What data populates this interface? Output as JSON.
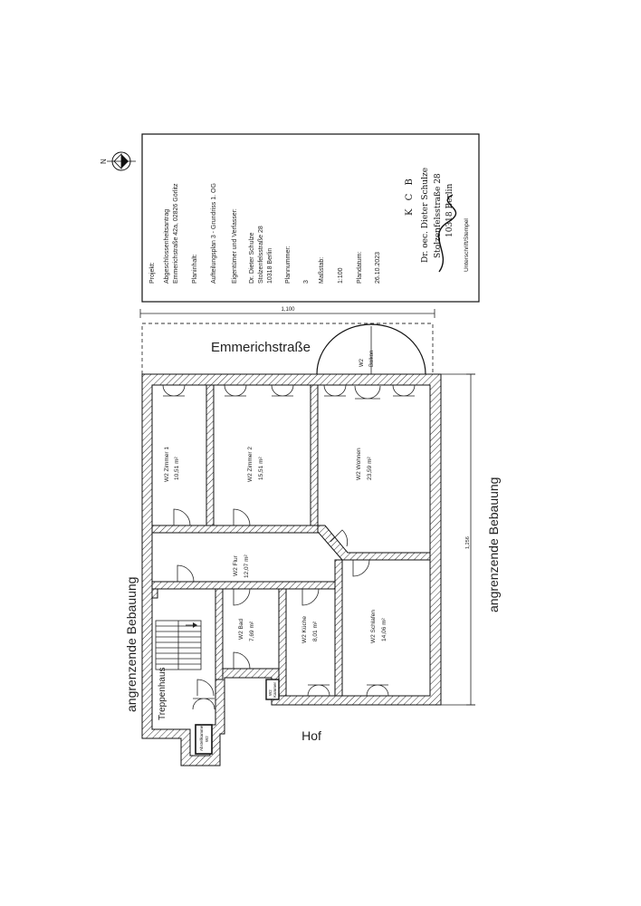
{
  "title_block": {
    "projekt_label": "Projekt:",
    "projekt_line1": "Abgeschlossenheitsantrag",
    "projekt_line2": "Emmerichstraße 42a, 02826 Görlitz",
    "planinhalt_label": "Planinhalt:",
    "planinhalt_value": "Aufteilungsplan 3 - Grundriss 1. OG",
    "eigentuemer_label": "Eigentümer und Verfasser:",
    "eigentuemer_line1": "Dr. Dieter Schulze",
    "eigentuemer_line2": "Stolzenfelsstraße 28",
    "eigentuemer_line3": "10318 Berlin",
    "plannummer_label": "Plannummer:",
    "plannummer_value": "3",
    "massstab_label": "Maßstab:",
    "massstab_value": "1:100",
    "plandatum_label": "Plandatum:",
    "plandatum_value": "26.10.2023",
    "stamp_line1": "K C B",
    "stamp_line2": "Dr. oec. Dieter Schulze",
    "stamp_line3": "Stolzenfelsstraße 28",
    "stamp_line4": "10318 Berlin",
    "unterschrift_label": "Unterschrift/Stempel"
  },
  "labels": {
    "street": "Emmerichstraße",
    "left_neighbor": "angrenzende Bebauung",
    "right_neighbor": "angrenzende Bebauung",
    "courtyard": "Hof",
    "stairwell": "Treppenhaus",
    "dim_top": "1,100",
    "dim_right": "1,256",
    "north_letter": "N"
  },
  "rooms": {
    "zimmer1_name": "W2 Zimmer 1",
    "zimmer1_area": "10,51 m²",
    "zimmer2_name": "W2 Zimmer 2",
    "zimmer2_area": "15,51 m²",
    "wohnen_name": "W2 Wohnen",
    "wohnen_area": "23,59 m²",
    "flur_name": "W2 Flur",
    "flur_area": "12,07 m²",
    "bad_name": "W2 Bad",
    "bad_area": "7,69 m²",
    "kueche_name": "W2 Küche",
    "kueche_area": "8,01 m²",
    "schlafen_name": "W2 Schlafen",
    "schlafen_area": "14,06 m²",
    "balkon_name": "W2",
    "balkon_sub": "Balkon",
    "abstell_name": "Abstellkammer",
    "abstell_sub": "W2",
    "wc_name": "W2",
    "wc_sub": "Kammer"
  }
}
